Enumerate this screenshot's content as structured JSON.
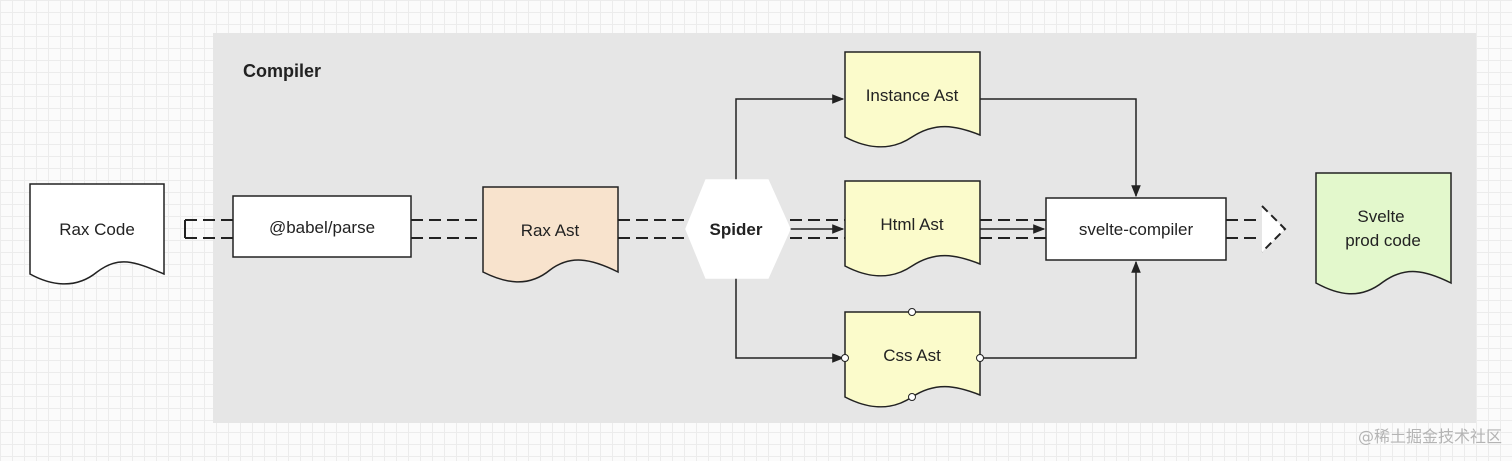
{
  "group": {
    "title": "Compiler"
  },
  "nodes": {
    "rax_code": "Rax Code",
    "babel_parse": "@babel/parse",
    "rax_ast": "Rax Ast",
    "spider": "Spider",
    "instance_ast": "Instance Ast",
    "html_ast": "Html Ast",
    "css_ast": "Css Ast",
    "svelte_compiler": "svelte-compiler",
    "svelte_prod_line1": "Svelte",
    "svelte_prod_line2": "prod code"
  },
  "watermark": "@稀土掘金技术社区",
  "colors": {
    "group_bg": "#e6e6e6",
    "rax_ast": "#f8e3cd",
    "ast_docs": "#fbfbcb",
    "svelte_prod": "#e3f8cc",
    "stroke": "#222222"
  }
}
